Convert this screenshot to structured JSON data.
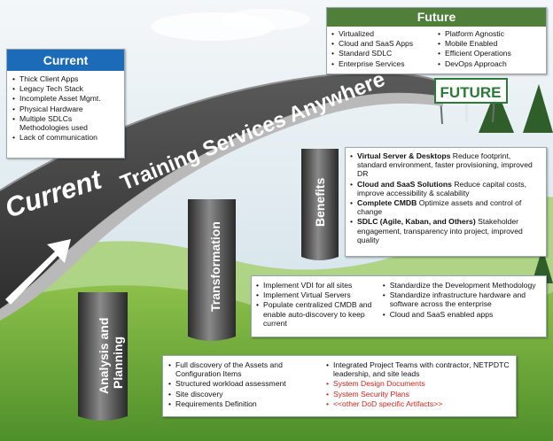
{
  "current_box": {
    "title": "Current",
    "items": [
      "Thick Client  Apps",
      "Legacy Tech Stack",
      "Incomplete Asset Mgmt.",
      "Physical Hardware",
      "Multiple  SDLCs Methodologies used",
      "Lack of communication"
    ]
  },
  "future_box": {
    "title": "Future",
    "left_items": [
      "Virtualized",
      "Cloud and SaaS Apps",
      "Standard SDLC",
      "Enterprise Services"
    ],
    "right_items": [
      "Platform Agnostic",
      "Mobile Enabled",
      "Efficient Operations",
      "DevOps Approach"
    ]
  },
  "future_sign": "FUTURE",
  "bridge": {
    "road_title": "Training Services Anywhere",
    "current_label": "Current"
  },
  "pillars": {
    "analysis": "Analysis and Planning",
    "transformation": "Transformation",
    "benefits": "Benefits"
  },
  "benefits_box": {
    "items": [
      {
        "bold": "Virtual Server & Desktops",
        "text": " Reduce footprint, standard environment,  faster provisioning, improved DR"
      },
      {
        "bold": "Cloud and SaaS Solutions",
        "text": " Reduce capital costs, improve accessibility & scalability"
      },
      {
        "bold": "Complete CMDB",
        "text": " Optimize assets and control of change"
      },
      {
        "bold": "SDLC (Agile, Kaban, and Others)",
        "text": " Stakeholder engagement, transparency into project, improved quality"
      }
    ]
  },
  "transformation_box": {
    "left_items": [
      "Implement  VDI for all sites",
      "Implement  Virtual Servers",
      "Populate  centralized CMDB  and enable auto-discovery to keep current"
    ],
    "right_items": [
      "Standardize the Development Methodology",
      "Standardize infrastructure hardware and software across the enterprise",
      "Cloud and SaaS enabled apps"
    ]
  },
  "analysis_box": {
    "left_items": [
      "Full discovery of the Assets and Configuration Items",
      "Structured workload assessment",
      "Site discovery",
      "Requirements Definition"
    ],
    "right_items": [
      "Integrated Project Teams with contractor, NETPDTC    leadership, and site leads"
    ],
    "red_items": [
      "System Design Documents",
      "System Security Plans",
      "<<other DoD specific Artifacts>>"
    ]
  },
  "colors": {
    "header_blue": "#1c6bb8",
    "future_green": "#4f7f38",
    "road": "#3b3b3b",
    "sky": "#dfe9ef",
    "accent_red": "#d8231b"
  }
}
